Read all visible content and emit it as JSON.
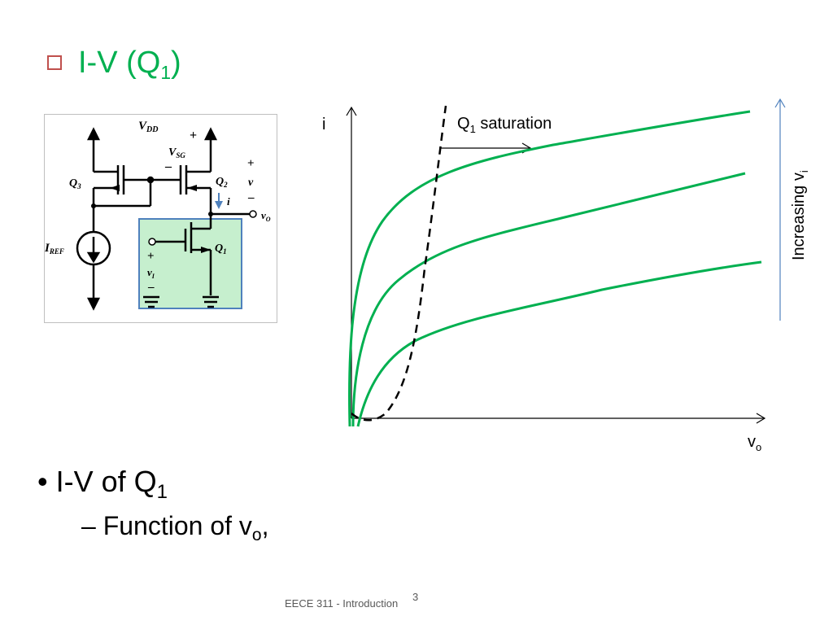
{
  "title": {
    "main": "I-V (Q",
    "sub": "1",
    "close": ")"
  },
  "circuit": {
    "vdd": "V",
    "vdd_sub": "DD",
    "plus_top": "+",
    "vsg": "V",
    "vsg_sub": "SG",
    "minus_mid": "–",
    "q3": "Q",
    "q3_sub": "3",
    "q2": "Q",
    "q2_sub": "2",
    "plus_right": "+",
    "v_right": "v",
    "minus_right": "–",
    "i_label": "i",
    "vo": "v",
    "vo_sub": "O",
    "iref": "I",
    "iref_sub": "REF",
    "q1": "Q",
    "q1_sub": "1",
    "plus_in": "+",
    "vi": "v",
    "vi_sub": "I",
    "minus_in": "–",
    "box_color": "#c6efce"
  },
  "graph": {
    "y_label": "i",
    "x_label": "v",
    "x_label_sub": "o",
    "saturation_label": "Q",
    "saturation_sub": "1",
    "saturation_text": " saturation",
    "increasing_label": "Increasing v",
    "increasing_sub": "i",
    "curve_color": "#00b050",
    "arrow_color": "#4f81bd"
  },
  "bullets": {
    "b1": "I-V of Q",
    "b1_sub": "1",
    "b2": "– Function of v",
    "b2_sub": "o",
    "b2_tail": ","
  },
  "footer": {
    "text": "EECE 311 - Introduction",
    "page": "3"
  }
}
